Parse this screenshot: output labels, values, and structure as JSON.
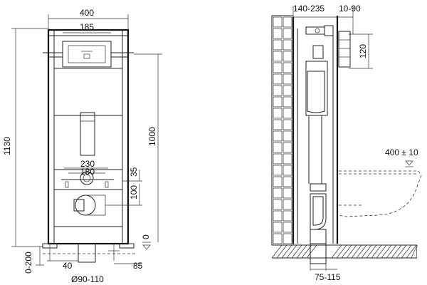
{
  "front_view": {
    "width_label": "400",
    "top_inner_label": "185",
    "height_label": "1130",
    "height_right_label": "1000",
    "pipe_width_label": "230",
    "pipe_inner_label": "180",
    "offset_label": "35",
    "drain_label": "100",
    "floor_label": "0",
    "leg_label": "0-200",
    "foot_left_label": "40",
    "pipe_diameter_label": "Ø90-110",
    "foot_right_label": "85"
  },
  "side_view": {
    "depth_label": "140-235",
    "depth_extra_label": "10-90",
    "height_label": "120",
    "bowl_height_label": "400 ± 10",
    "bottom_label": "75-115"
  },
  "colors": {
    "line": "#222222",
    "background": "#ffffff"
  }
}
